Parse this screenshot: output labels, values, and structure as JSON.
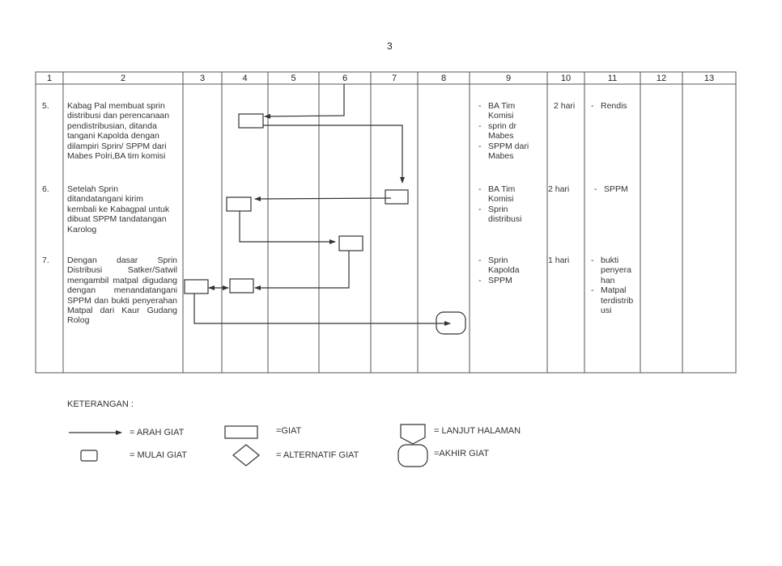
{
  "page_number": "3",
  "table": {
    "headers": [
      "1",
      "2",
      "3",
      "4",
      "5",
      "6",
      "7",
      "8",
      "9",
      "10",
      "11",
      "12",
      "13"
    ],
    "rows": [
      {
        "no": "5.",
        "activity": "Kabag Pal membuat sprin distribusi dan perencanaan pendistribusian, ditanda tangani Kapolda dengan dilampiri Sprin/ SPPM dari Mabes Polri,BA tim komisi",
        "requirements": [
          "BA Tim Komisi",
          "sprin dr Mabes",
          "SPPM dari Mabes"
        ],
        "time": "2 hari",
        "output": [
          "Rendis"
        ]
      },
      {
        "no": "6.",
        "activity": "Setelah Sprin ditandatangani kirim kembali ke Kabagpal untuk dibuat SPPM tandatangan Karolog",
        "requirements": [
          "BA Tim Komisi",
          "Sprin distribusi"
        ],
        "time": "2 hari",
        "output": [
          "SPPM"
        ]
      },
      {
        "no": "7.",
        "activity": "Dengan dasar Sprin Distribusi Satker/Satwil mengambil matpal digudang dengan menandatangani SPPM dan bukti penyerahan Matpal dari Kaur Gudang Rolog",
        "requirements": [
          "Sprin Kapolda",
          "SPPM"
        ],
        "time": "1 hari",
        "output": [
          "bukti penyera han",
          "Matpal terdistrib usi"
        ]
      }
    ]
  },
  "legend": {
    "title": "KETERANGAN :",
    "items": {
      "arah": "= ARAH GIAT",
      "giat": "=GIAT",
      "lanjut": "= LANJUT HALAMAN",
      "mulai": "= MULAI GIAT",
      "alternatif": "= ALTERNATIF GIAT",
      "akhir": "=AKHIR GIAT"
    }
  }
}
